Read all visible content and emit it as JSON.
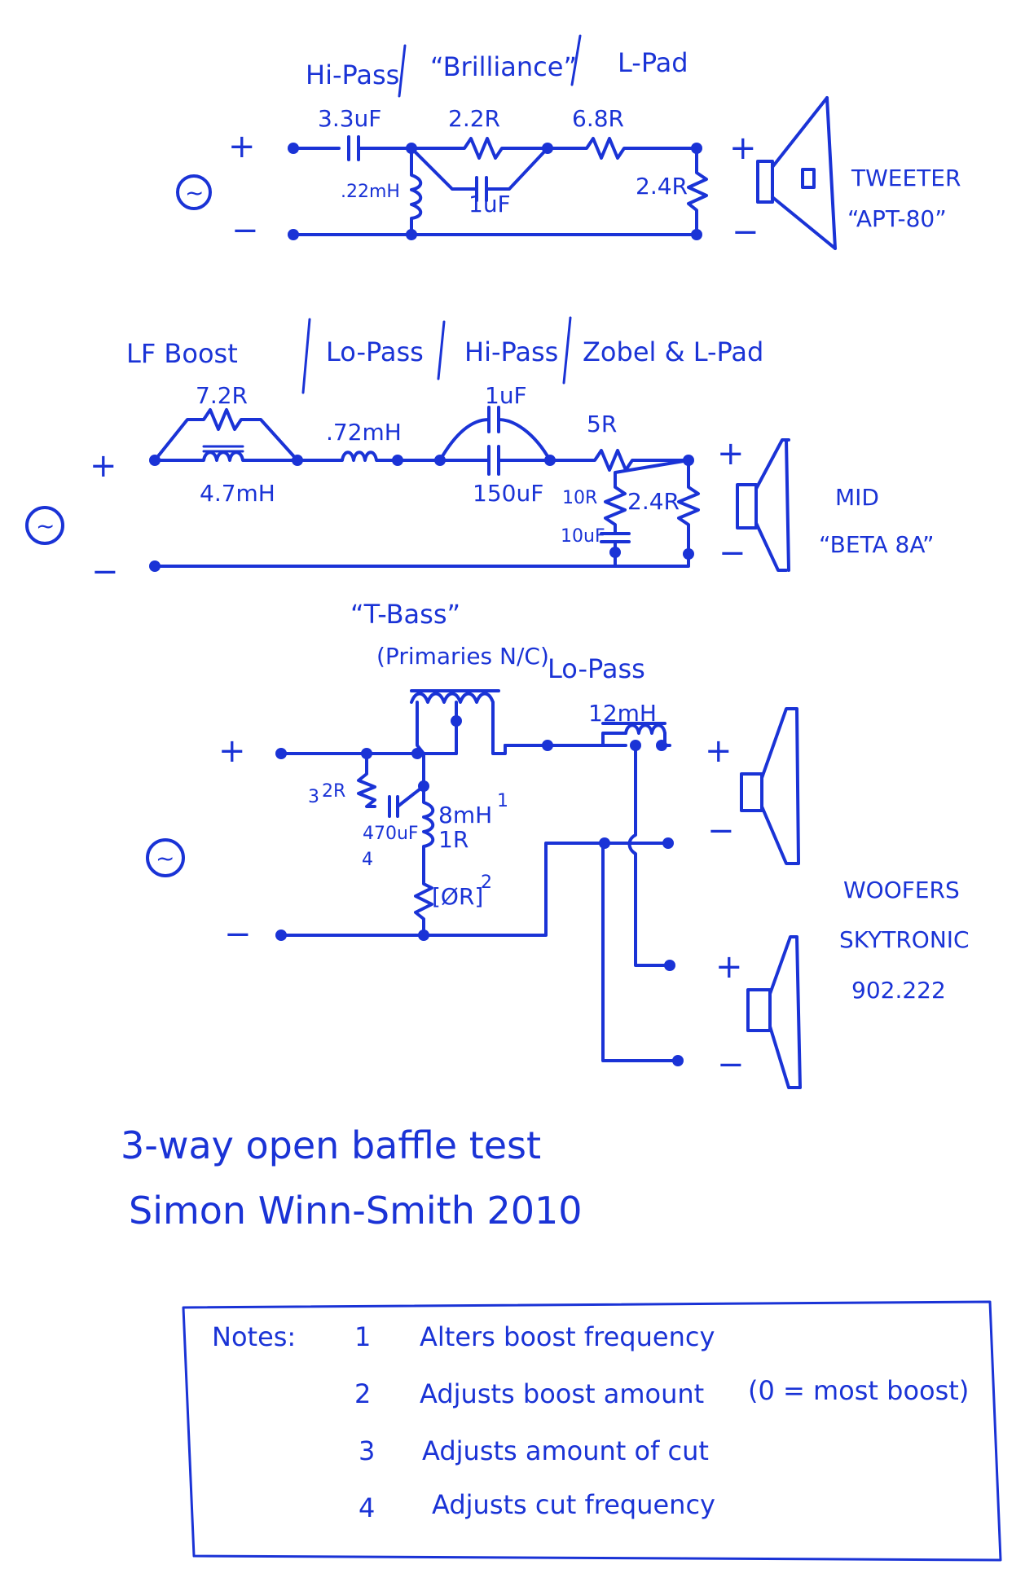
{
  "palette": {
    "ink": "#1a33d6",
    "paper": "#ffffff"
  },
  "tweeter_section": {
    "headers": [
      "Hi-Pass",
      "“Brilliance”",
      "L-Pad"
    ],
    "components": {
      "c1": "3.3uF",
      "r1": "2.2R",
      "r2": "6.8R",
      "l1": ".22mH",
      "c2": "1uF",
      "r3": "2.4R"
    },
    "speaker_name": "TWEETER",
    "speaker_model": "“APT-80”"
  },
  "mid_section": {
    "headers": [
      "LF Boost",
      "Lo-Pass",
      "Hi-Pass",
      "Zobel & L-Pad"
    ],
    "components": {
      "r1": "7.2R",
      "l1": "4.7mH",
      "l2": ".72mH",
      "c1": "1uF",
      "c2": "150uF",
      "r2": "5R",
      "r3": "10R",
      "c3": "10uF",
      "r4": "2.4R"
    },
    "speaker_name": "MID",
    "speaker_model": "“BETA 8A”"
  },
  "bass_section": {
    "title": "“T-Bass”",
    "subtitle": "(Primaries N/C)",
    "lopass_header": "Lo-Pass",
    "components": {
      "l1": "12mH",
      "r1": "2R",
      "r1_note": "3",
      "c1": "470uF",
      "c1_note": "4",
      "l2": "8mH",
      "l2_note": "1",
      "r2": "1R",
      "r3": "[ØR]",
      "r3_note": "2"
    },
    "speaker_name": "WOOFERS",
    "speaker_brand": "SKYTRONIC",
    "speaker_model": "902.222"
  },
  "symbols": {
    "plus": "+",
    "minus": "−",
    "source": "~"
  },
  "caption": {
    "line1": "3-way open baffle test",
    "line2": "Simon Winn-Smith 2010"
  },
  "notes": {
    "label": "Notes:",
    "items": [
      {
        "num": "1",
        "text": "Alters boost frequency"
      },
      {
        "num": "2",
        "text": "Adjusts boost amount"
      },
      {
        "num": "3",
        "text": "Adjusts amount of cut"
      },
      {
        "num": "4",
        "text": "Adjusts cut frequency"
      }
    ],
    "item2_extra": "(0 = most boost)"
  }
}
